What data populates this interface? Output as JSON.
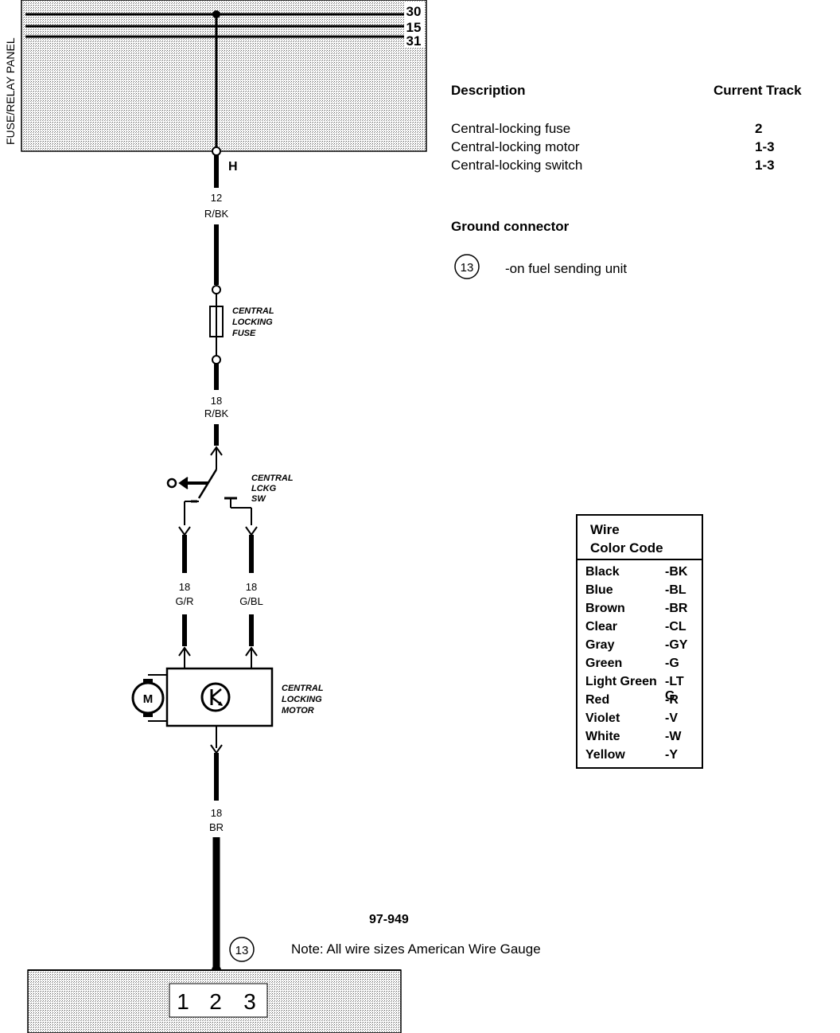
{
  "panel": {
    "label": "FUSE/RELAY PANEL",
    "terminals": [
      "30",
      "15",
      "31"
    ],
    "connector_label": "H"
  },
  "wires": {
    "w1": {
      "gauge": "12",
      "color": "R/BK"
    },
    "w2": {
      "gauge": "18",
      "color": "R/BK"
    },
    "w3": {
      "gauge": "18",
      "color": "G/R"
    },
    "w4": {
      "gauge": "18",
      "color": "G/BL"
    },
    "w5": {
      "gauge": "18",
      "color": "BR"
    }
  },
  "components": {
    "fuse": [
      "CENTRAL",
      "LOCKING",
      "FUSE"
    ],
    "switch": [
      "CENTRAL",
      "LCKG",
      "SW"
    ],
    "motor": [
      "CENTRAL",
      "LOCKING",
      "MOTOR"
    ],
    "motor_symbol": "M"
  },
  "legend": {
    "col_description": "Description",
    "col_track": "Current Track",
    "rows": [
      {
        "desc": "Central-locking fuse",
        "track": "2"
      },
      {
        "desc": "Central-locking motor",
        "track": "1-3"
      },
      {
        "desc": "Central-locking switch",
        "track": "1-3"
      }
    ],
    "ground_title": "Ground connector",
    "ground_id": "13",
    "ground_desc": "-on fuel sending unit"
  },
  "wire_color_code": {
    "title_line1": "Wire",
    "title_line2": "Color Code",
    "items": [
      {
        "name": "Black",
        "code": "-BK"
      },
      {
        "name": "Blue",
        "code": "-BL"
      },
      {
        "name": "Brown",
        "code": "-BR"
      },
      {
        "name": "Clear",
        "code": "-CL"
      },
      {
        "name": "Gray",
        "code": "-GY"
      },
      {
        "name": "Green",
        "code": "-G"
      },
      {
        "name": "Light Green",
        "code": "-LT G"
      },
      {
        "name": "Red",
        "code": "-R"
      },
      {
        "name": "Violet",
        "code": "-V"
      },
      {
        "name": "White",
        "code": "-W"
      },
      {
        "name": "Yellow",
        "code": "-Y"
      }
    ]
  },
  "footer": {
    "diagram_number": "97-949",
    "ground_id": "13",
    "note": "Note: All wire sizes American Wire Gauge",
    "tracks": [
      "1",
      "2",
      "3"
    ]
  }
}
